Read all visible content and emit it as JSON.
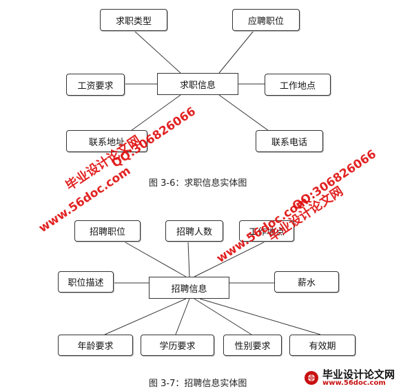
{
  "diagram1": {
    "caption": "图 3-6：求职信息实体图",
    "center": "求职信息",
    "attributes": [
      "求职类型",
      "应聘职位",
      "工资要求",
      "工作地点",
      "联系地址",
      "联系电话"
    ]
  },
  "diagram2": {
    "caption": "图 3-7：招聘信息实体图",
    "center": "招聘信息",
    "attributes": [
      "招聘职位",
      "招聘人数",
      "工作地点",
      "职位描述",
      "薪水",
      "年龄要求",
      "学历要求",
      "性别要求",
      "有效期"
    ]
  },
  "watermarks": {
    "site_name": "毕业设计论文网",
    "url": "www.56doc.com",
    "qq": "QQ:306826066",
    "logo_text": "毕业设计论文网",
    "logo_url": "www.56doc.com",
    "color": "#e01010"
  }
}
